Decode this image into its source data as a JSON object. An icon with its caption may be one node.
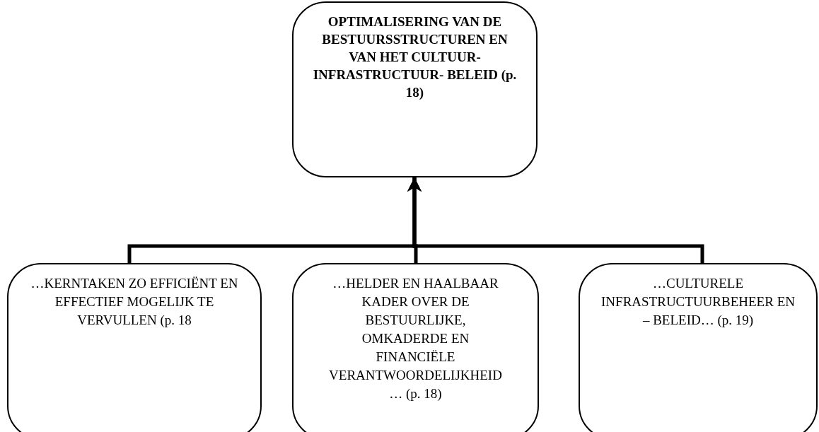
{
  "diagram": {
    "nodes": [
      {
        "text": [
          "OPTIMALISERING VAN DE BESTUURSSTRUCTUREN EN VAN HET CULTUUR- INFRASTRUCTUUR- BELEID (p. 18)"
        ]
      },
      {
        "text": [
          "…KERNTAKEN ZO EFFICIËNT EN EFFECTIEF MOGELIJK TE VERVULLEN (p. 18"
        ]
      },
      {
        "text": [
          "…HELDER EN HAALBAAR KADER OVER DE BESTUURLIJKE, OMKADERDE EN FINANCIËLE VERANTWOORDELIJKHEID … (p. 18)"
        ]
      },
      {
        "text": [
          "…CULTURELE INFRASTRUCTUURBEHEER EN – BELEID… (p. 19)"
        ]
      }
    ],
    "edges": [
      {
        "from": 1,
        "to": 0,
        "arrow": "to"
      },
      {
        "from": 2,
        "to": 0,
        "arrow": "to"
      },
      {
        "from": 3,
        "to": 0,
        "arrow": "to"
      }
    ]
  }
}
